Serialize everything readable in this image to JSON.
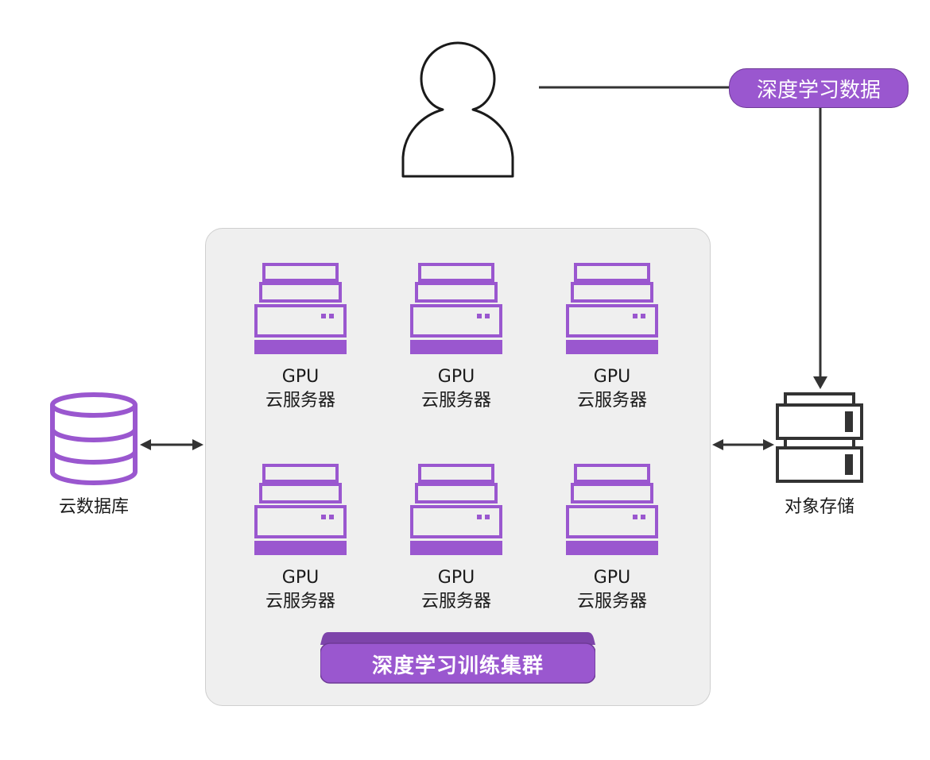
{
  "diagram": {
    "top_pill": {
      "label": "深度学习数据"
    },
    "cloud_db": {
      "label": "云数据库"
    },
    "object_storage": {
      "label": "对象存储"
    },
    "cluster": {
      "label": "深度学习训练集群"
    },
    "servers": [
      {
        "line1": "GPU",
        "line2": "云服务器"
      },
      {
        "line1": "GPU",
        "line2": "云服务器"
      },
      {
        "line1": "GPU",
        "line2": "云服务器"
      },
      {
        "line1": "GPU",
        "line2": "云服务器"
      },
      {
        "line1": "GPU",
        "line2": "云服务器"
      },
      {
        "line1": "GPU",
        "line2": "云服务器"
      }
    ],
    "colors": {
      "accent": "#9a57cf",
      "accent_dark": "#6e3a96",
      "line": "#333333",
      "panel": "#efefef"
    }
  }
}
